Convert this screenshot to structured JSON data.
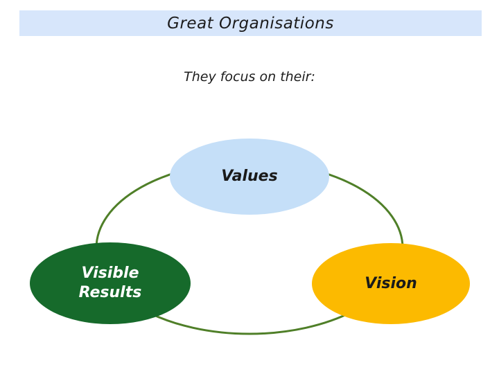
{
  "slide": {
    "title": "Great Organisations",
    "subtitle": "They focus on their:"
  },
  "colors": {
    "background": "#ffffff",
    "title_bar_bg": "#d7e6fb",
    "title_text": "#1c1c1c",
    "connector_stroke": "#4f7f28"
  },
  "diagram": {
    "type": "cycle",
    "connector_shape": "ellipse-ring",
    "nodes": [
      {
        "id": "values",
        "label": "Values",
        "fill": "#c5dff8",
        "text_color": "#1a1a1a",
        "position": "top"
      },
      {
        "id": "visible-results",
        "label": "Visible Results",
        "lines": [
          "Visible",
          "Results"
        ],
        "fill": "#166a2b",
        "text_color": "#ffffff",
        "position": "bottom-left"
      },
      {
        "id": "vision",
        "label": "Vision",
        "fill": "#fcba00",
        "text_color": "#1a1a1a",
        "position": "bottom-right"
      }
    ]
  }
}
